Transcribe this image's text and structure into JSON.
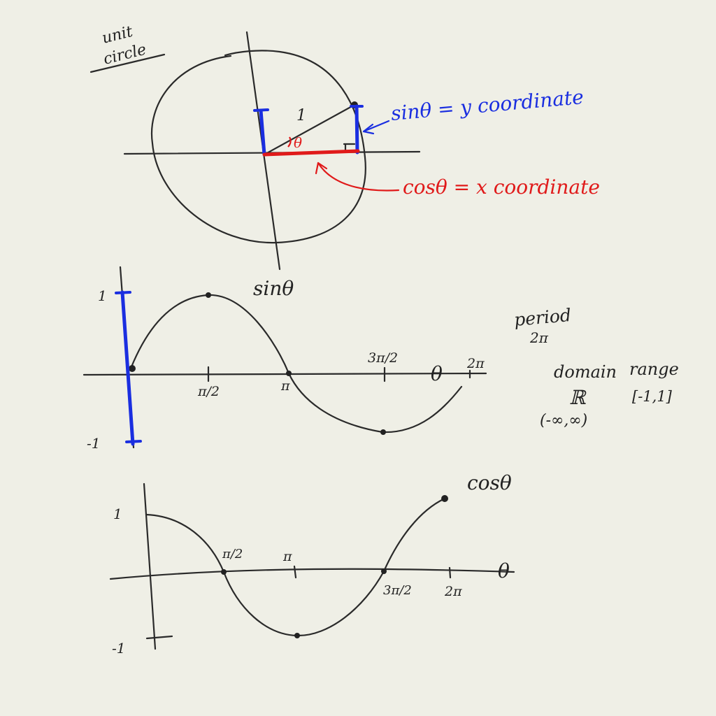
{
  "colors": {
    "paper": "#efefe6",
    "ink": "#2a2a2a",
    "sine_blue": "#1a2ee0",
    "cosine_red": "#e01a1a"
  },
  "unit_circle": {
    "title_line1": "unit",
    "title_line2": "circle",
    "radius_label": "1",
    "angle_label": "θ",
    "sin_note": "sinθ = y coordinate",
    "cos_note": "cosθ = x coordinate"
  },
  "sine_graph": {
    "title": "sinθ",
    "y_max_label": "1",
    "y_min_label": "-1",
    "ticks": [
      "π/2",
      "π",
      "3π/2",
      "2π"
    ],
    "x_axis_label": "θ",
    "notes": {
      "period_label": "period",
      "period_value": "2π",
      "domain_label": "domain",
      "domain_symbol": "ℝ",
      "domain_value": "(-∞,∞)",
      "range_label": "range",
      "range_value": "[-1,1]"
    }
  },
  "cosine_graph": {
    "title": "cosθ",
    "y_max_label": "1",
    "y_min_label": "-1",
    "ticks": [
      "π/2",
      "π",
      "3π/2",
      "2π"
    ],
    "x_axis_label": "θ"
  }
}
